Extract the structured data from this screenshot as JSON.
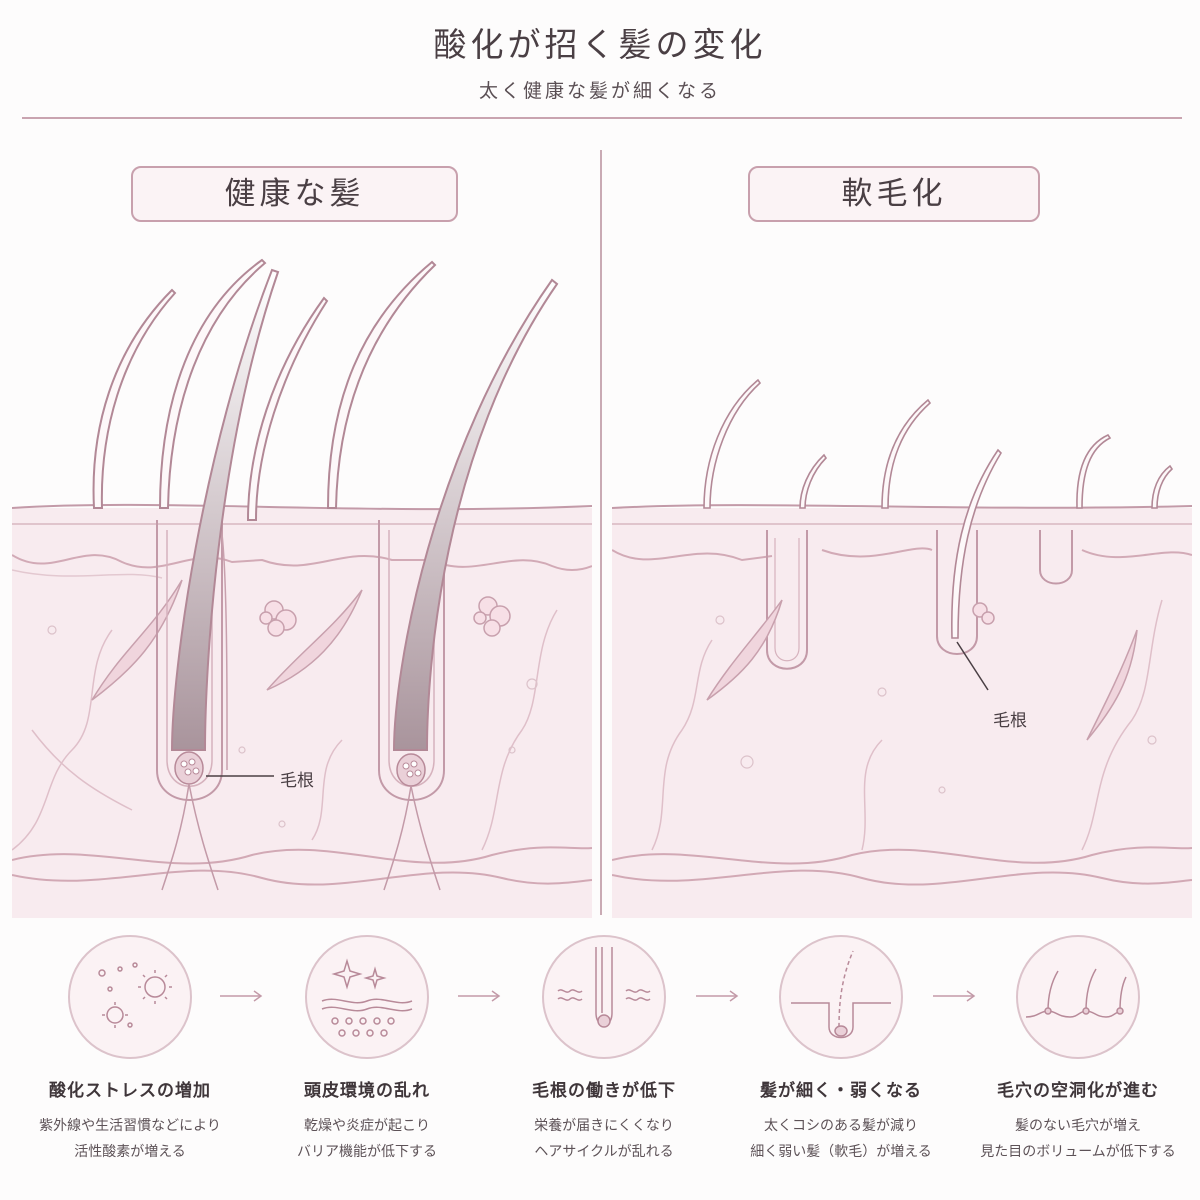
{
  "header": {
    "title": "酸化が招く髪の変化",
    "subtitle": "太く健康な髪が細くなる"
  },
  "left_panel": {
    "label": "健康な髪",
    "callout": "毛根"
  },
  "right_panel": {
    "label": "軟毛化",
    "callout": "毛根"
  },
  "steps": [
    {
      "title": "酸化ストレスの増加",
      "desc1": "紫外線や生活習慣などにより",
      "desc2": "活性酸素が増える",
      "icon": "sun-oxidant-icon"
    },
    {
      "title": "頭皮環境の乱れ",
      "desc1": "乾燥や炎症が起こり",
      "desc2": "バリア機能が低下する",
      "icon": "scalp-sparkle-icon"
    },
    {
      "title": "毛根の働きが低下",
      "desc1": "栄養が届きにくくなり",
      "desc2": "ヘアサイクルが乱れる",
      "icon": "hair-root-icon"
    },
    {
      "title": "髪が細く・弱くなる",
      "desc1": "太くコシのある髪が減り",
      "desc2": "細く弱い髪（軟毛）が増える",
      "icon": "thin-hair-icon"
    },
    {
      "title": "毛穴の空洞化が進む",
      "desc1": "髪のない毛穴が増え",
      "desc2": "見た目のボリュームが低下する",
      "icon": "empty-pores-icon"
    }
  ],
  "colors": {
    "line": "#b88a99",
    "skin": "#f8eaee",
    "bg": "#fdfcfc",
    "text": "#4a3f44"
  }
}
